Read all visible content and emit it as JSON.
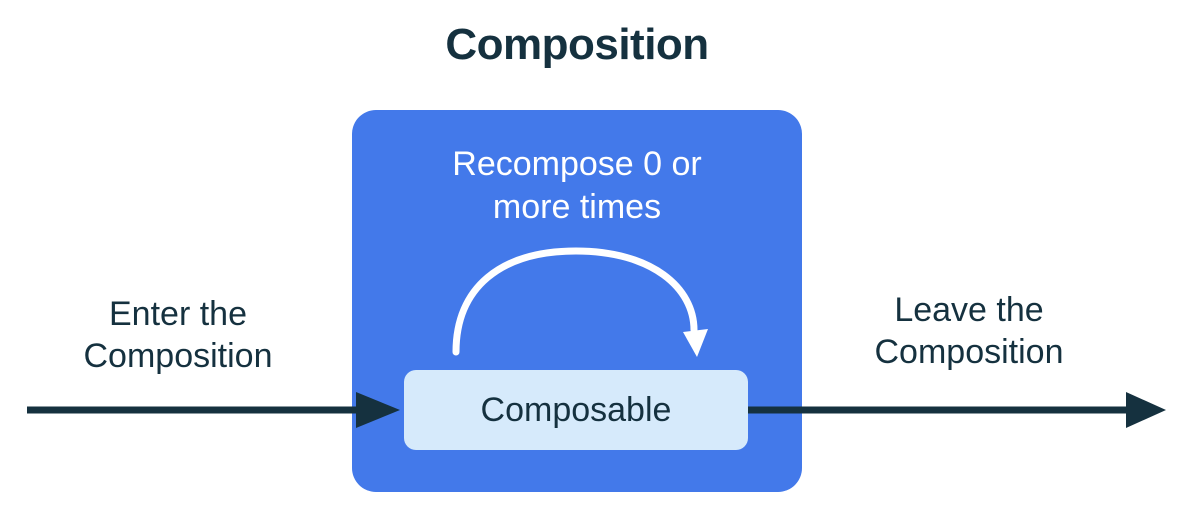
{
  "diagram": {
    "title": "Composition",
    "enter_label": "Enter the\nComposition",
    "leave_label": "Leave the\nComposition",
    "recompose_label": "Recompose 0 or\nmore times",
    "composable_label": "Composable",
    "icons": {
      "enter_arrow": "enter-flow-arrow-icon",
      "leave_arrow": "leave-flow-arrow-icon",
      "recompose_arc": "recompose-loop-arrow-icon"
    },
    "colors": {
      "background": "#ffffff",
      "composition_box": "#4379ea",
      "composable_box": "#d6eafb",
      "text_dark": "#15313f",
      "flow_arrow": "#15313f",
      "recompose_arrow": "#ffffff"
    }
  }
}
